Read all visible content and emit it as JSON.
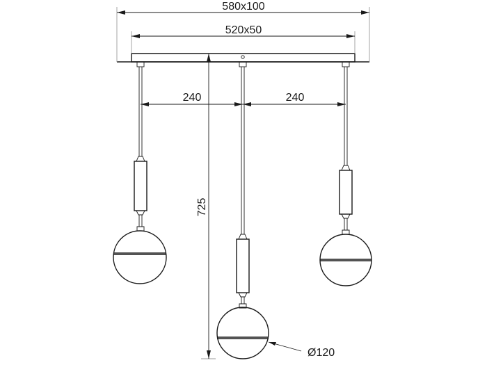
{
  "dimensions": {
    "canopy_overall": "580x100",
    "canopy_inner": "520x50",
    "spacing_left": "240",
    "spacing_right": "240",
    "height": "725",
    "globe_diameter": "Ø120"
  }
}
